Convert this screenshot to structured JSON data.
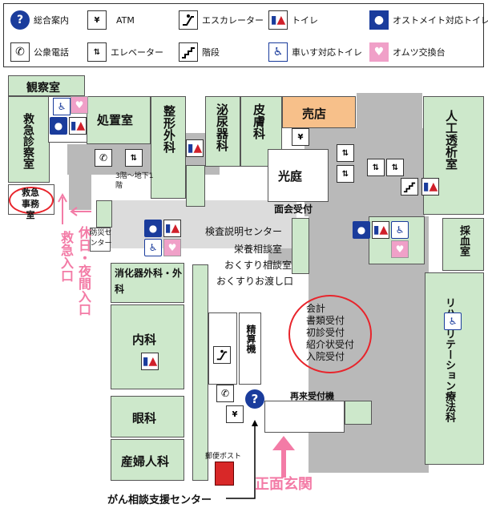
{
  "legend": {
    "info": {
      "icon": "info-icon",
      "label": "総合案内"
    },
    "atm": {
      "icon": "atm-icon",
      "label": "ATM"
    },
    "escalator": {
      "icon": "escalator-icon",
      "label": "エスカレーター"
    },
    "toilet": {
      "icon": "toilet-icon",
      "label": "トイレ"
    },
    "ostomate": {
      "icon": "ostomate-icon",
      "label": "オストメイト対応トイレ"
    },
    "phone": {
      "icon": "phone-icon",
      "label": "公衆電話"
    },
    "elevator": {
      "icon": "elevator-icon",
      "label": "エレベーター"
    },
    "stairs": {
      "icon": "stairs-icon",
      "label": "階段"
    },
    "wheelchair": {
      "icon": "wheelchair-icon",
      "label": "車いす対応トイレ"
    },
    "diaper": {
      "icon": "diaper-icon",
      "label": "オムツ交換台"
    }
  },
  "rooms": {
    "observation": "観察室",
    "treatment": "処置室",
    "orthopedics": "整形外科",
    "urology": "泌尿器科",
    "dermatology": "皮膚科",
    "shop": "売店",
    "dialysis": "人工透析室",
    "emergency_exam": "救急診察室",
    "emergency_office": "救急事務室",
    "courtyard": "光庭",
    "visitor_reception": "面会受付",
    "disaster_center": "防災センター",
    "gi_surgery": "消化器外科・外科",
    "internal_medicine": "内科",
    "ophthalmology": "眼科",
    "obgyn": "産婦人科",
    "blood_draw": "採血室",
    "rehab": "リハビリテーション療法科",
    "cashier": "精算機",
    "elevator_floors": "3階〜地下1階"
  },
  "services": {
    "exam_explanation": "検査説明センター",
    "nutrition": "栄養相談室",
    "medicine_consult": "おくすり相談室",
    "medicine_pickup": "おくすりお渡し口",
    "reception_list": [
      "会計",
      "書類受付",
      "初診受付",
      "紹介状受付",
      "入院受付"
    ],
    "revisit_reception": "再来受付機",
    "postbox": "郵便ポスト",
    "cancer_center": "がん相談支援センター"
  },
  "entrances": {
    "emergency": "救急入口",
    "holiday_night": "休日・夜間入口",
    "main": "正面玄関"
  },
  "colors": {
    "room": "#cde8cb",
    "corridor": "#b9b9b9",
    "shop": "#f7c08a",
    "accent_red": "#e8242b",
    "pink": "#f37ba6",
    "blue": "#1a3c9c"
  }
}
